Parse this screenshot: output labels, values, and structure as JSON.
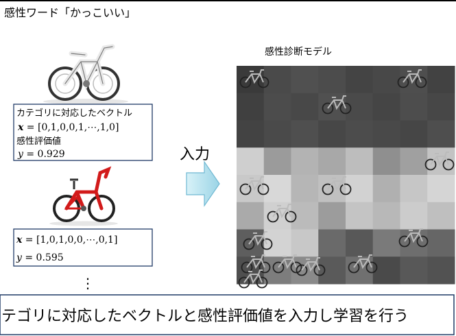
{
  "header": {
    "title": "感性ワード「かっこいい」"
  },
  "left_panel": {
    "card1": {
      "heading": "カテゴリに対応したベクトル",
      "vector_var": "x",
      "vector_eq": " = [0,1,0,0,1,⋯,1,0]",
      "score_heading": "感性評価値",
      "score_var": "y",
      "score_eq": " = 0.929"
    },
    "card2": {
      "vector_var": "x",
      "vector_eq": " = [1,0,1,0,0,⋯,0,1]",
      "score_var": "y",
      "score_eq": " = 0.595"
    },
    "ellipsis": "⋮"
  },
  "arrow_label": "入力",
  "model": {
    "title": "感性診断モデル",
    "rows": 8,
    "cols": 8,
    "cell_grays": [
      [
        "#3a3a3a",
        "#4a4a4a",
        "#505050",
        "#4c4c4c",
        "#444444",
        "#484848",
        "#4e4e4e",
        "#424242"
      ],
      [
        "#404040",
        "#4c4c4c",
        "#484848",
        "#505050",
        "#4a4a4a",
        "#454545",
        "#4d4d4d",
        "#474747"
      ],
      [
        "#434343",
        "#4a4a4a",
        "#4f4f4f",
        "#474747",
        "#4c4c4c",
        "#494949",
        "#464646",
        "#4e4e4e"
      ],
      [
        "#cfcfcf",
        "#9b9b9b",
        "#b3b3b3",
        "#a8a8a8",
        "#bdbdbd",
        "#8f8f8f",
        "#a0a0a0",
        "#c3c3c3"
      ],
      [
        "#c9c9c9",
        "#d8d8d8",
        "#b6b6b6",
        "#c0c0c0",
        "#d2d2d2",
        "#b0b0b0",
        "#c6c6c6",
        "#d5d5d5"
      ],
      [
        "#aaaaaa",
        "#d0d0d0",
        "#bbbbbb",
        "#9c9c9c",
        "#c4c4c4",
        "#b8b8b8",
        "#cccccc",
        "#bfbfbf"
      ],
      [
        "#5e5e5e",
        "#d3d3d3",
        "#c8c8c8",
        "#6a6a6a",
        "#585858",
        "#7a7a7a",
        "#6e6e6e",
        "#666666"
      ],
      [
        "#4f4f4f",
        "#7d7d7d",
        "#8a8a8a",
        "#5a5a5a",
        "#707070",
        "#4a4a4a",
        "#585858",
        "#525252"
      ]
    ]
  },
  "footer": {
    "caption": "テゴリに対応したベクトルと感性評価値を入力し学習を行う"
  }
}
